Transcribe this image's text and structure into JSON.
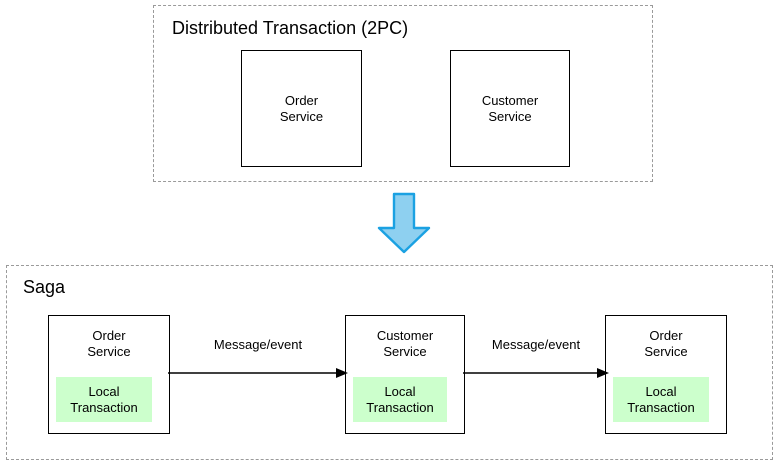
{
  "diagram": {
    "title_semantic": "Distributed Transaction (2PC) versus Saga pattern",
    "colors": {
      "box_border": "#000000",
      "group_border": "#9a9a9a",
      "local_transaction_fill": "#ccffcc",
      "arrow_fill": "#8ed0f0",
      "arrow_stroke": "#1ba1e2",
      "text": "#000000",
      "background": "#ffffff"
    }
  },
  "groups": {
    "two_pc": {
      "title": "Distributed Transaction (2PC)",
      "border_style": "dashed",
      "services": [
        {
          "name": "Order Service",
          "label": "Order\nService"
        },
        {
          "name": "Customer Service",
          "label": "Customer\nService"
        }
      ]
    },
    "saga": {
      "title": "Saga",
      "border_style": "dashed",
      "services": [
        {
          "name": "Order Service",
          "label": "Order\nService",
          "local_transaction_label": "Local\nTransaction"
        },
        {
          "name": "Customer Service",
          "label": "Customer\nService",
          "local_transaction_label": "Local\nTransaction"
        },
        {
          "name": "Order Service",
          "label": "Order\nService",
          "local_transaction_label": "Local\nTransaction"
        }
      ],
      "flows": [
        {
          "label": "Message/event",
          "from": "Order Service",
          "to": "Customer Service"
        },
        {
          "label": "Message/event",
          "from": "Customer Service",
          "to": "Order Service"
        }
      ]
    }
  },
  "transition_arrow": {
    "icon": "down-arrow-icon",
    "direction": "down",
    "from_group": "Distributed Transaction (2PC)",
    "to_group": "Saga"
  }
}
